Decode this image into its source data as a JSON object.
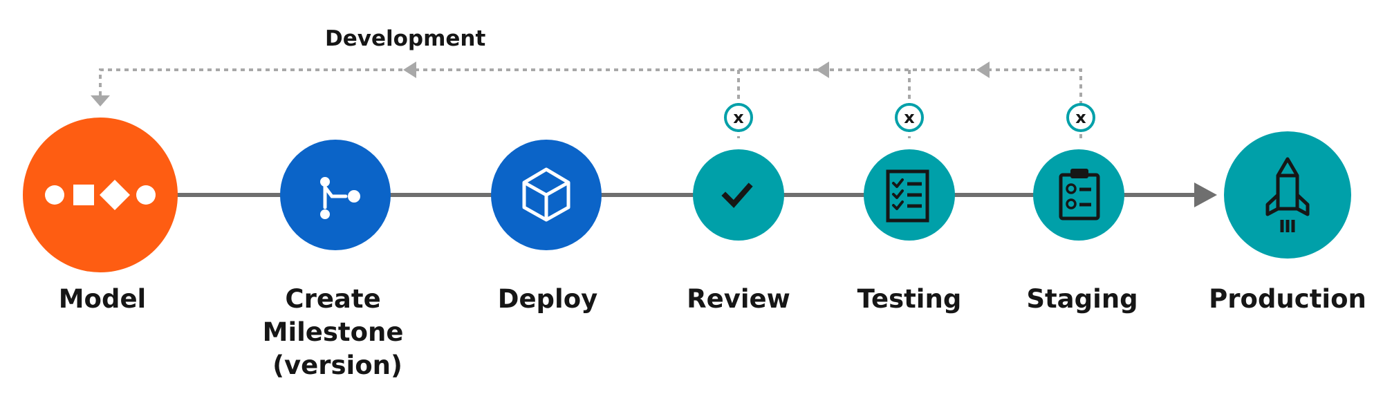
{
  "diagram": {
    "loop_label": "Development",
    "gate_symbol": "x",
    "colors": {
      "model": "#fe5d12",
      "blue": "#0b64c8",
      "teal": "#00a0a9",
      "line": "#6f6f6f",
      "dashed": "#a8a8a8",
      "text": "#161616"
    },
    "stages": [
      {
        "id": "model",
        "label": [
          "Model"
        ],
        "icon": "shapes-icon",
        "color": "model"
      },
      {
        "id": "milestone",
        "label": [
          "Create",
          "Milestone",
          "(version)"
        ],
        "icon": "branch-icon",
        "color": "blue"
      },
      {
        "id": "deploy",
        "label": [
          "Deploy"
        ],
        "icon": "cube-icon",
        "color": "blue"
      },
      {
        "id": "review",
        "label": [
          "Review"
        ],
        "icon": "checkmark-icon",
        "color": "teal"
      },
      {
        "id": "testing",
        "label": [
          "Testing"
        ],
        "icon": "checklist-icon",
        "color": "teal"
      },
      {
        "id": "staging",
        "label": [
          "Staging"
        ],
        "icon": "clipboard-check-icon",
        "color": "teal"
      },
      {
        "id": "production",
        "label": [
          "Production"
        ],
        "icon": "rocket-icon",
        "color": "teal"
      }
    ]
  }
}
